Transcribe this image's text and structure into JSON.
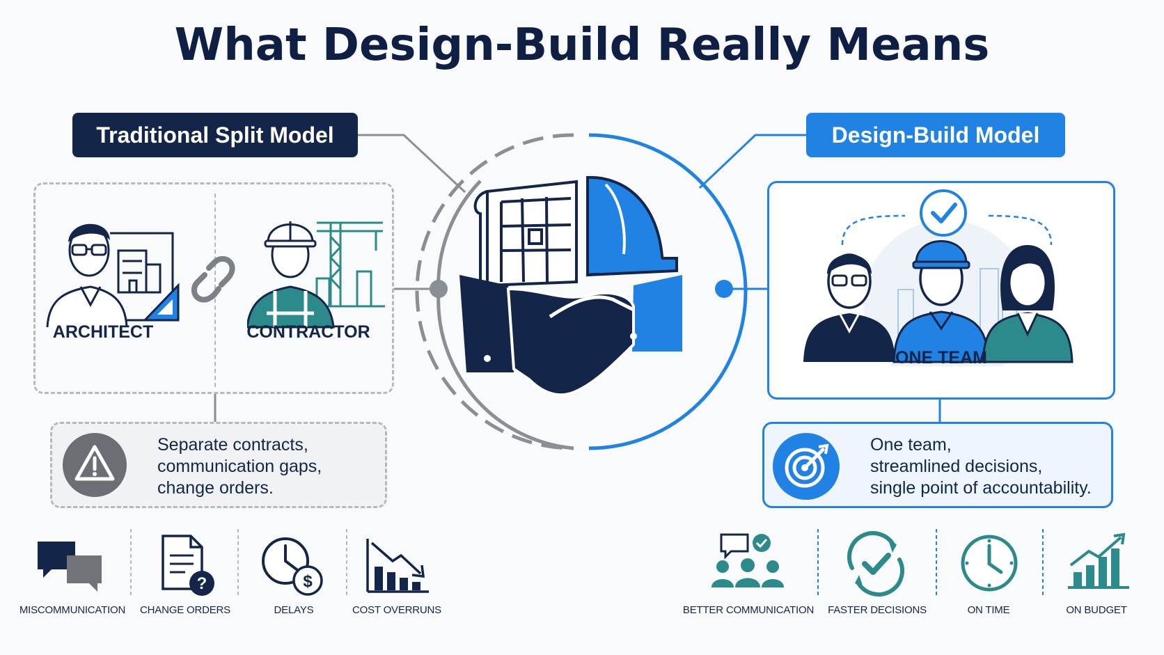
{
  "title": "What Design-Build Really Means",
  "traditional": {
    "label": "Traditional Split Model",
    "roles": [
      "ARCHITECT",
      "CONTRACTOR"
    ],
    "issues": [
      "Separate contracts,",
      "communication gaps,",
      "change orders."
    ],
    "outcomes": [
      "MISCOMMUNICATION",
      "CHANGE ORDERS",
      "DELAYS",
      "COST OVERRUNS"
    ]
  },
  "design_build": {
    "label": "Design-Build Model",
    "team_label": "ONE TEAM",
    "benefits": [
      "One team,",
      "streamlined decisions,",
      "single point of accountability."
    ],
    "outcomes": [
      "BETTER COMMUNICATION",
      "FASTER DECISIONS",
      "ON TIME",
      "ON BUDGET"
    ]
  },
  "colors": {
    "navy": "#14254a",
    "blue": "#2083e3",
    "teal": "#2c8a8a",
    "gray": "#8a8f96"
  }
}
